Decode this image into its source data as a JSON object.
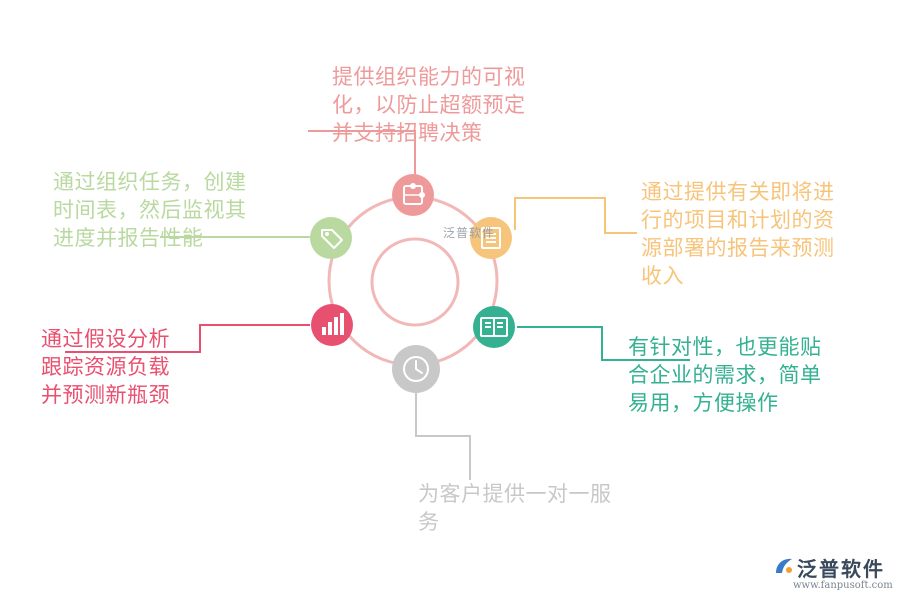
{
  "colors": {
    "pink": "#ef9a9a",
    "green": "#b9d9a0",
    "orange": "#f7c47b",
    "red": "#e8506f",
    "teal": "#33b191",
    "gray": "#c8c8c8",
    "ring": "#f2b8b8"
  },
  "nodes": {
    "top": {
      "icon": "puzzle-icon",
      "text": "提供组织能力的可视\n化，以防止超额预定\n并支持招聘决策"
    },
    "tl": {
      "icon": "tag-icon",
      "text": "通过组织任务，创建\n时间表，然后监视其\n进度并报告性能"
    },
    "tr": {
      "icon": "document-icon",
      "text": "通过提供有关即将进\n行的项目和计划的资\n源部署的报告来预测\n收入"
    },
    "ml": {
      "icon": "bar-chart-icon",
      "text": "通过假设分析\n跟踪资源负载\n并预测新瓶颈"
    },
    "mr": {
      "icon": "book-icon",
      "text": "有针对性，也更能贴\n合企业的需求，简单\n易用，方便操作"
    },
    "bottom": {
      "icon": "clock-icon",
      "text": "为客户提供一对一服\n务"
    }
  },
  "watermark": {
    "center": "泛普软件"
  },
  "logo": {
    "name": "泛普软件",
    "url": "www.fanpusoft.com"
  }
}
